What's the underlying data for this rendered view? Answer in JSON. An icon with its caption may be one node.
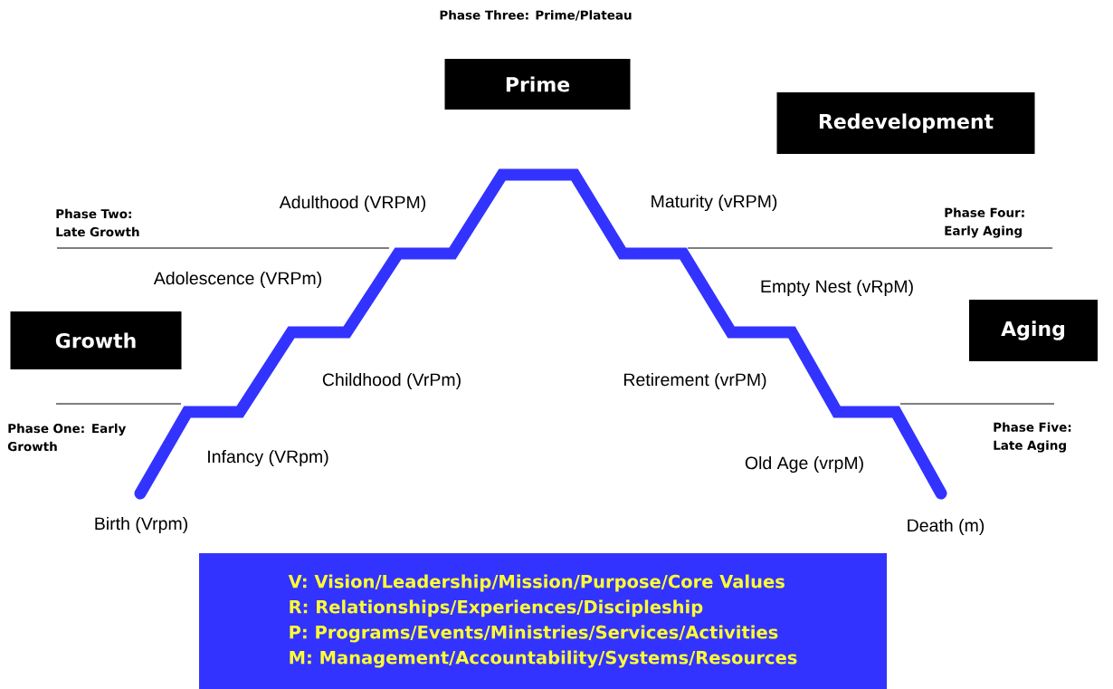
{
  "diagram": {
    "nodes": [
      {
        "text": [
          "Prime"
        ]
      },
      {
        "text": [
          "Redevelopment"
        ]
      },
      {
        "text": [
          "Growth"
        ]
      },
      {
        "text": [
          "Aging"
        ]
      },
      {
        "text": [
          "V: Vision/Leadership/Mission/Purpose/Core Values",
          "R: Relationships/Experiences/Discipleship",
          "P: Programs/Events/Ministries/Services/Activities",
          "M: Management/Accountability/Systems/Resources"
        ]
      }
    ],
    "labels": [
      "Phase Three: Prime/Plateau",
      "Adulthood (VRPM)",
      "Maturity (vRPM)",
      "Phase Two: Late Growth",
      "Phase Four: Early Aging",
      "Adolescence (VRPm)",
      "Empty Nest (vRpM)",
      "Childhood (VrPm)",
      "Retirement (vrPM)",
      "Phase One: Early Growth",
      "Phase Five: Late Aging",
      "Infancy (VRpm)",
      "Old Age (vrpM)",
      "Birth (Vrpm)",
      "Death (m)"
    ]
  }
}
